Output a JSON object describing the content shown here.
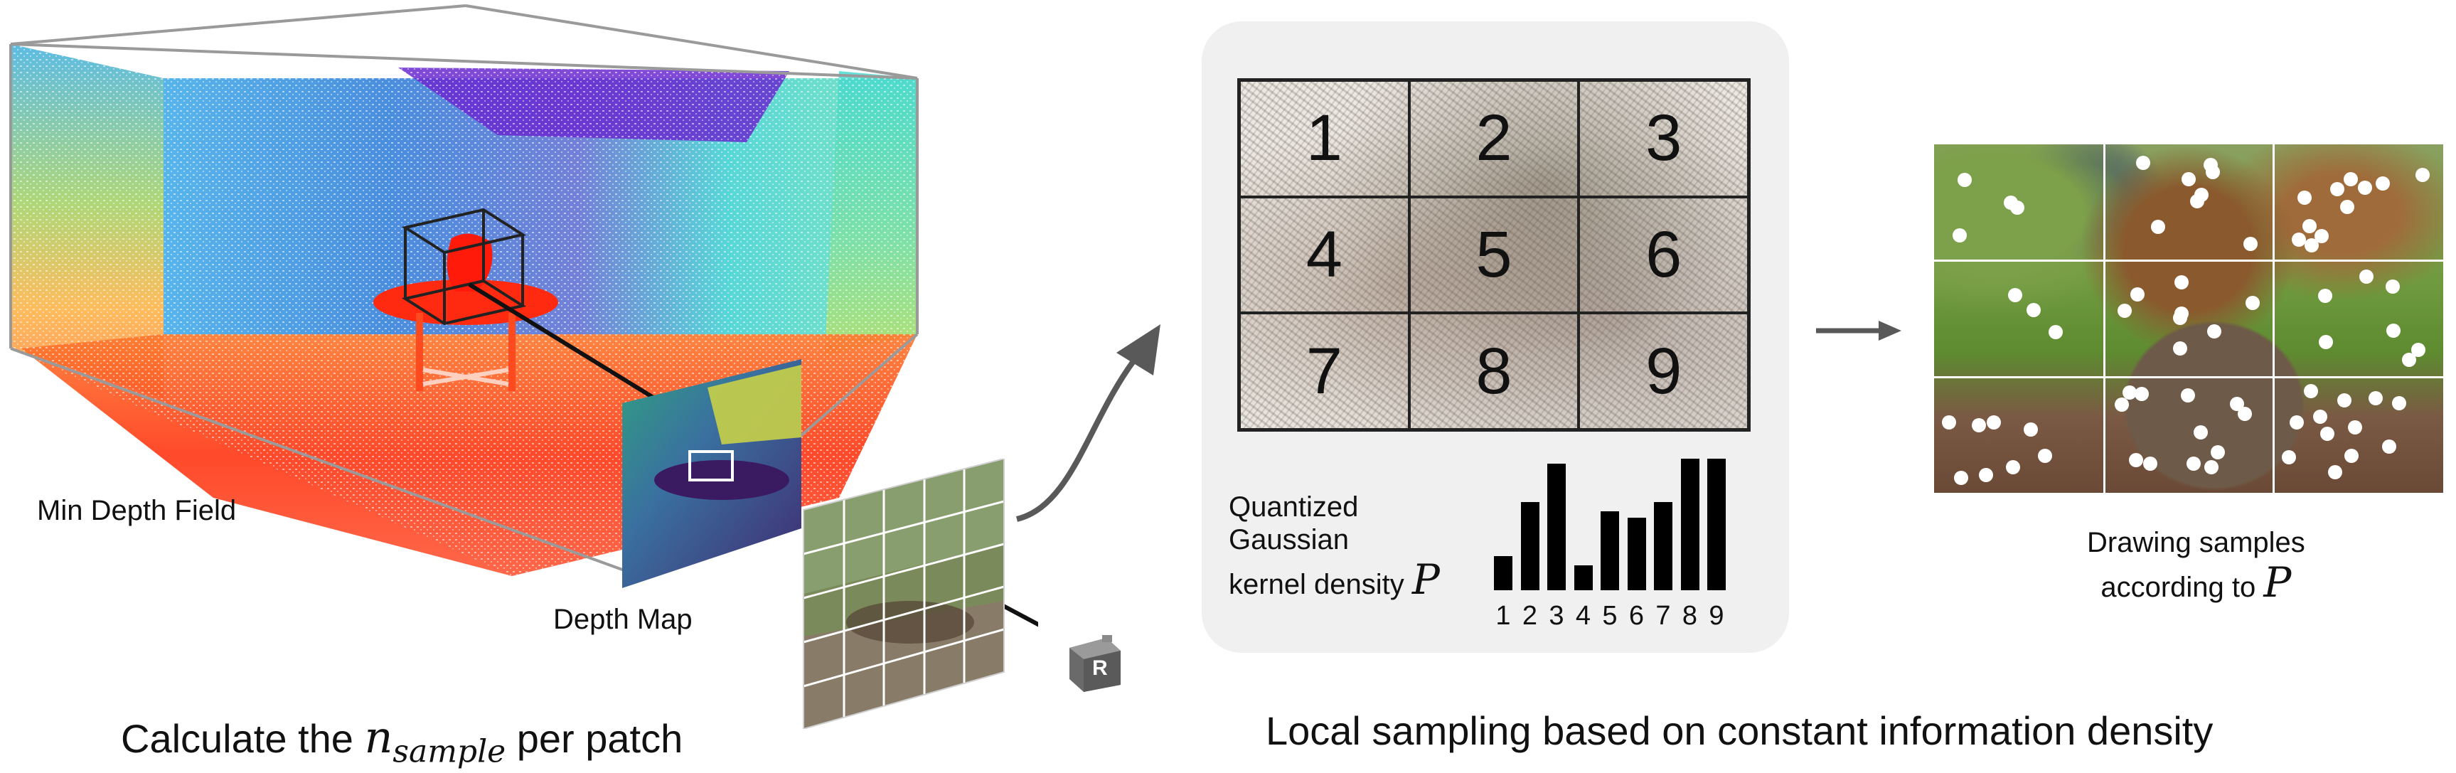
{
  "left_section": {
    "min_depth_field_label": "Min Depth Field",
    "depth_map_label": "Depth Map",
    "camera_badge": "R",
    "caption_prefix": "Calculate the ",
    "caption_math_base": "n",
    "caption_math_sub": "sample",
    "caption_suffix": " per patch"
  },
  "middle_section": {
    "grid_numbers": [
      "1",
      "2",
      "3",
      "4",
      "5",
      "6",
      "7",
      "8",
      "9"
    ],
    "kde_label_lines": [
      "Quantized",
      "Gaussian",
      "kernel density"
    ],
    "kde_symbol": "P",
    "caption": "Local sampling based on constant information density"
  },
  "chart_data": {
    "type": "bar",
    "categories": [
      "1",
      "2",
      "3",
      "4",
      "5",
      "6",
      "7",
      "8",
      "9"
    ],
    "values": [
      0.26,
      0.67,
      0.96,
      0.19,
      0.6,
      0.55,
      0.67,
      1.0,
      1.0
    ],
    "title": "",
    "xlabel": "",
    "ylabel": ""
  },
  "right_section": {
    "label_line1": "Drawing samples",
    "label_line2": "according to ",
    "label_symbol": "P"
  },
  "colors": {
    "panel_bg": "#f0f0f0",
    "arrow": "#595959",
    "box_edges": "#9a9a9a"
  }
}
